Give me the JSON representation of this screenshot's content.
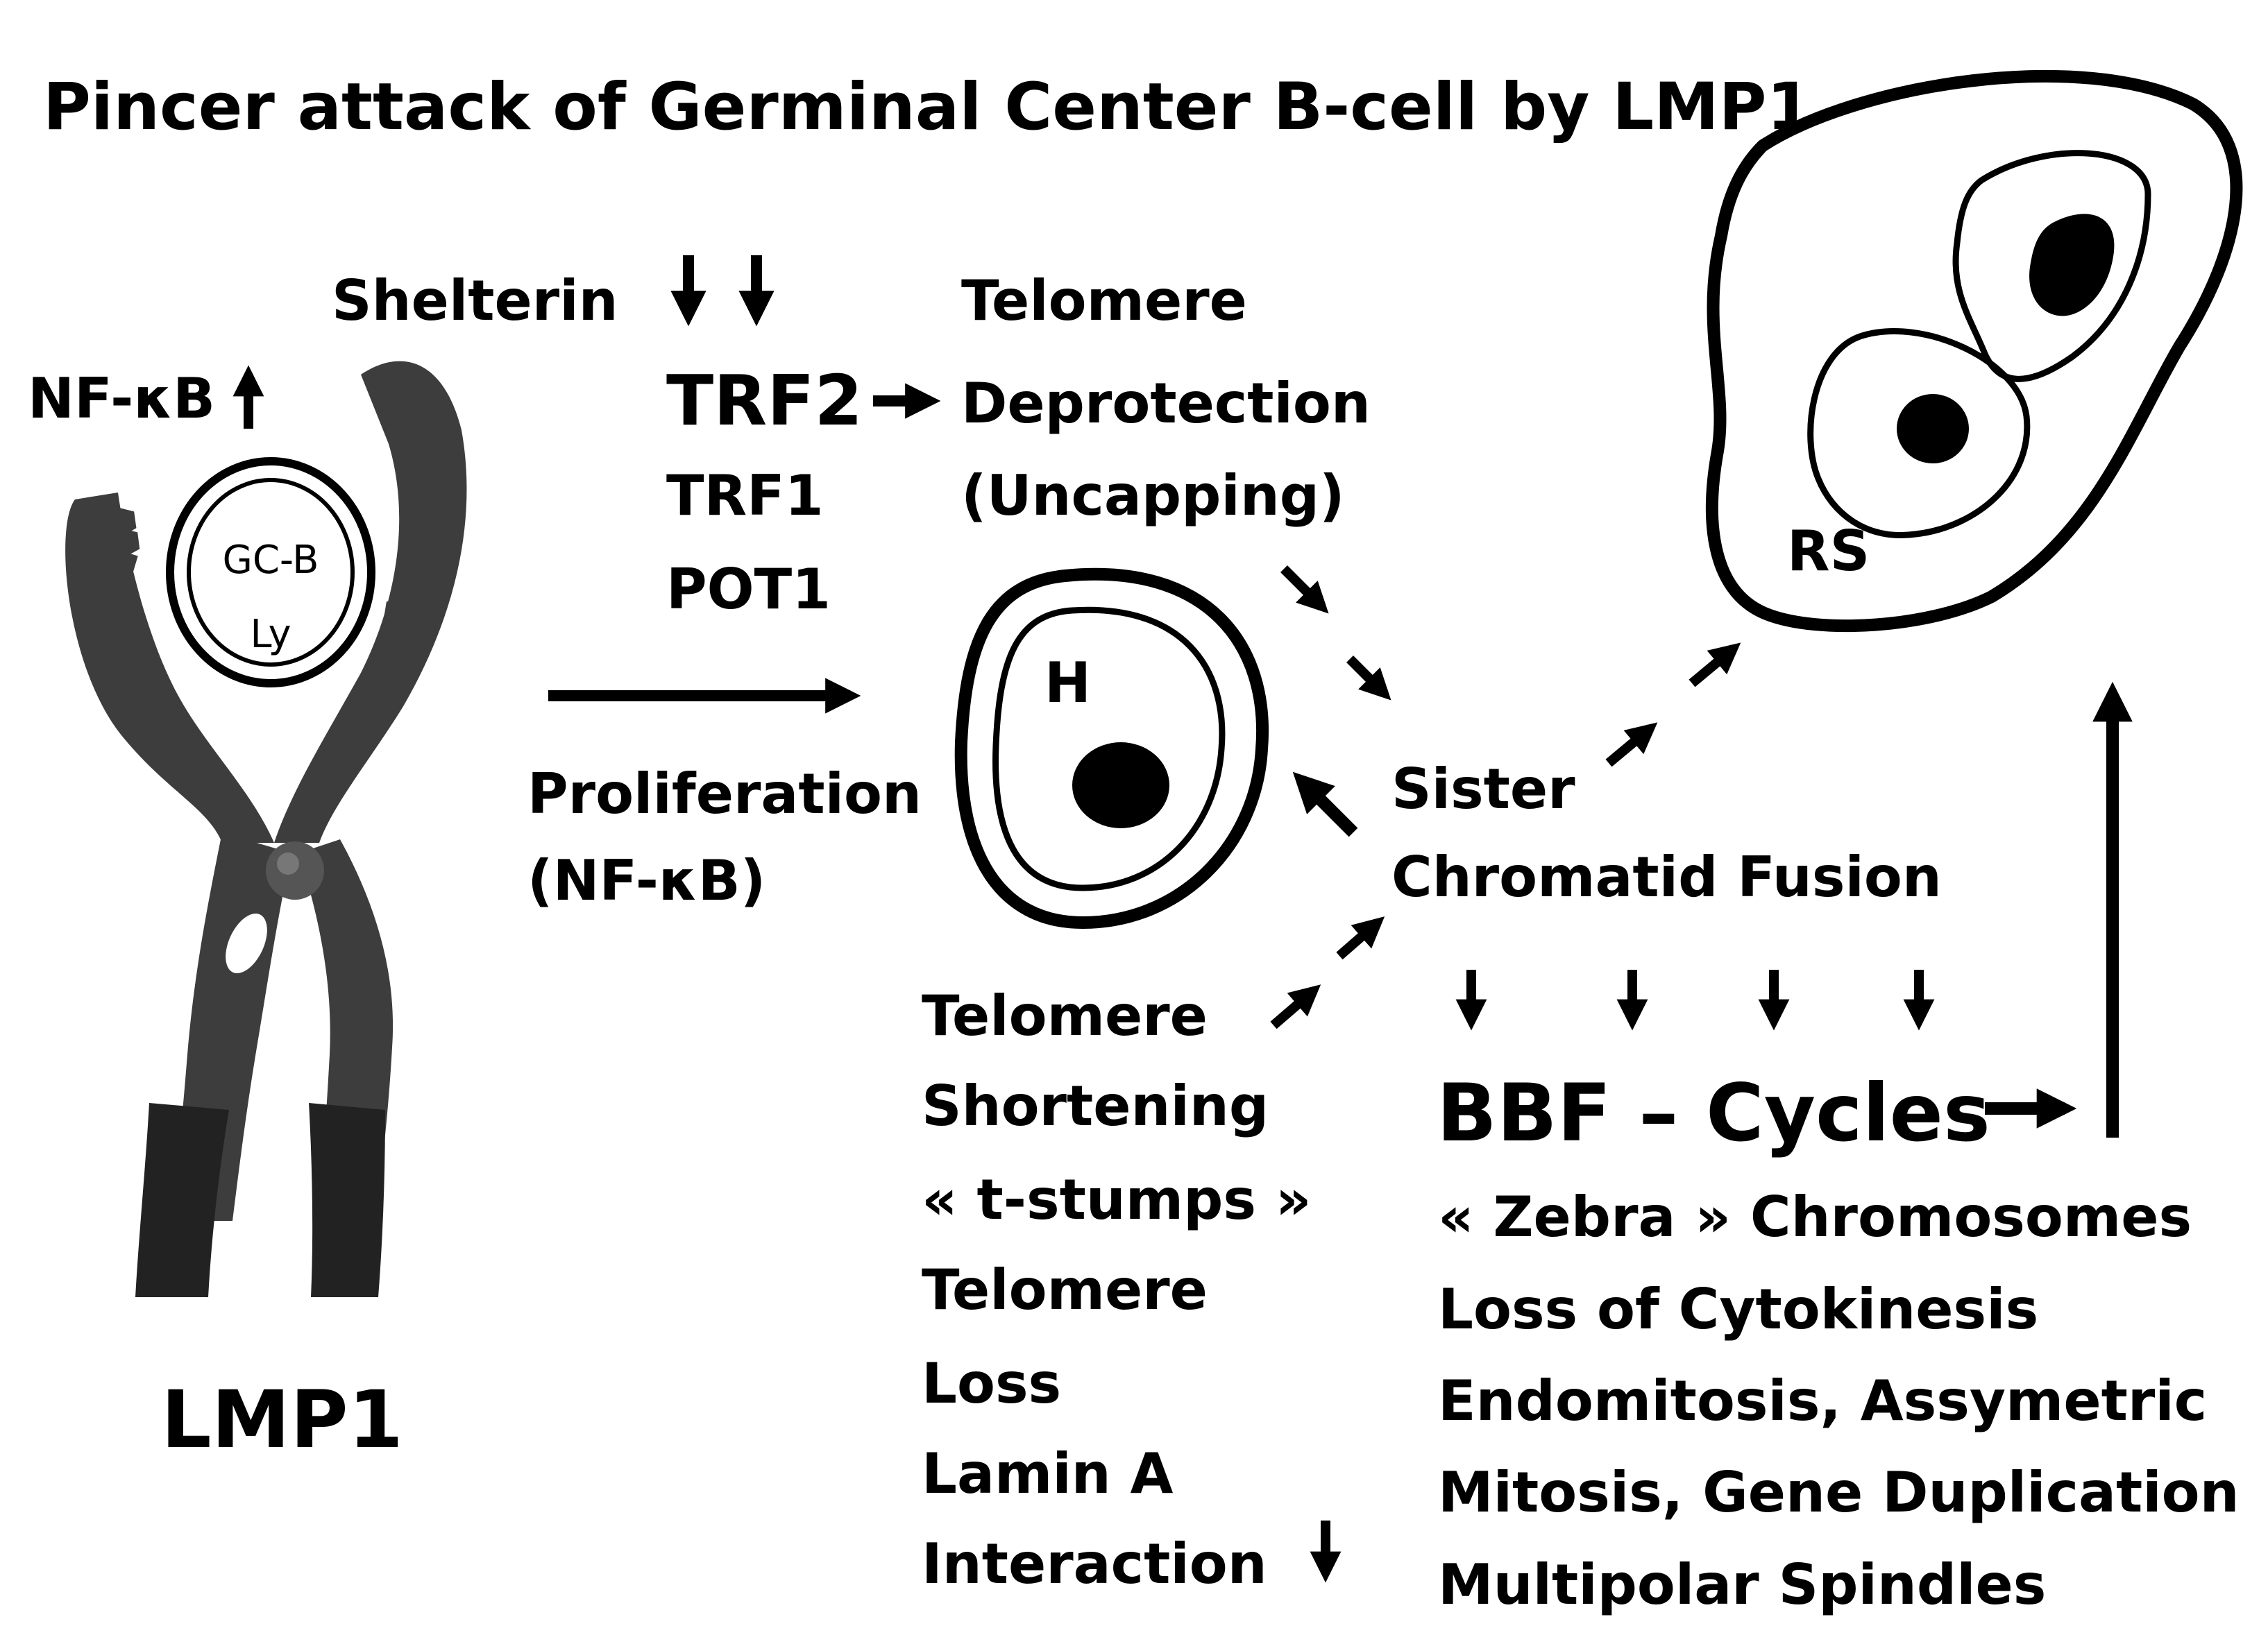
{
  "title": "Pincer attack of Germinal Center B-cell by LMP1",
  "pliers": {
    "label": "LMP1",
    "cell_label_line1": "GC-B",
    "cell_label_line2": "Ly",
    "nfkb_label": "NF-κB",
    "body_color": "#3d3d3d",
    "grip_color": "#222222"
  },
  "shelterin": {
    "label": "Shelterin",
    "members": [
      "TRF2",
      "TRF1",
      "POT1"
    ]
  },
  "deprotection": {
    "lines": [
      "Telomere",
      "Deprotection",
      "(Uncapping)"
    ]
  },
  "proliferation": {
    "lines": [
      "Proliferation",
      "(NF-κB)"
    ]
  },
  "cells": {
    "hodgkin_label": "H",
    "reed_sternberg_label": "RS"
  },
  "fusion": {
    "lines": [
      "Sister",
      "Chromatid Fusion"
    ]
  },
  "shortening": {
    "lines": [
      "Telomere",
      "Shortening",
      "« t-stumps »",
      "Telomere",
      "Loss",
      "Lamin A",
      "Interaction"
    ]
  },
  "bbf": {
    "label": "BBF – Cycles",
    "consequences": [
      "« Zebra » Chromosomes",
      "Loss of Cytokinesis",
      "Endomitosis,  Assymetric",
      "Mitosis, Gene Duplication",
      "Multipolar Spindles"
    ]
  }
}
